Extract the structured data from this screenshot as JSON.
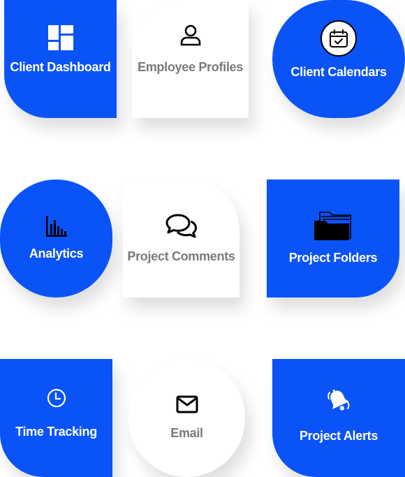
{
  "colors": {
    "accent": "#0a53f7",
    "tile_white": "#ffffff",
    "muted_text": "#7a7a7a"
  },
  "tiles": [
    {
      "label": "Client Dashboard",
      "icon": "dashboard-icon",
      "style": "blue"
    },
    {
      "label": "Employee Profiles",
      "icon": "user-icon",
      "style": "white"
    },
    {
      "label": "Client Calendars",
      "icon": "calendar-check-icon",
      "style": "blue"
    },
    {
      "label": "Analytics",
      "icon": "bar-chart-icon",
      "style": "blue"
    },
    {
      "label": "Project Comments",
      "icon": "comments-icon",
      "style": "white"
    },
    {
      "label": "Project Folders",
      "icon": "folder-open-icon",
      "style": "blue"
    },
    {
      "label": "Time Tracking",
      "icon": "clock-icon",
      "style": "blue"
    },
    {
      "label": "Email",
      "icon": "envelope-icon",
      "style": "white"
    },
    {
      "label": "Project Alerts",
      "icon": "bell-icon",
      "style": "blue"
    }
  ]
}
